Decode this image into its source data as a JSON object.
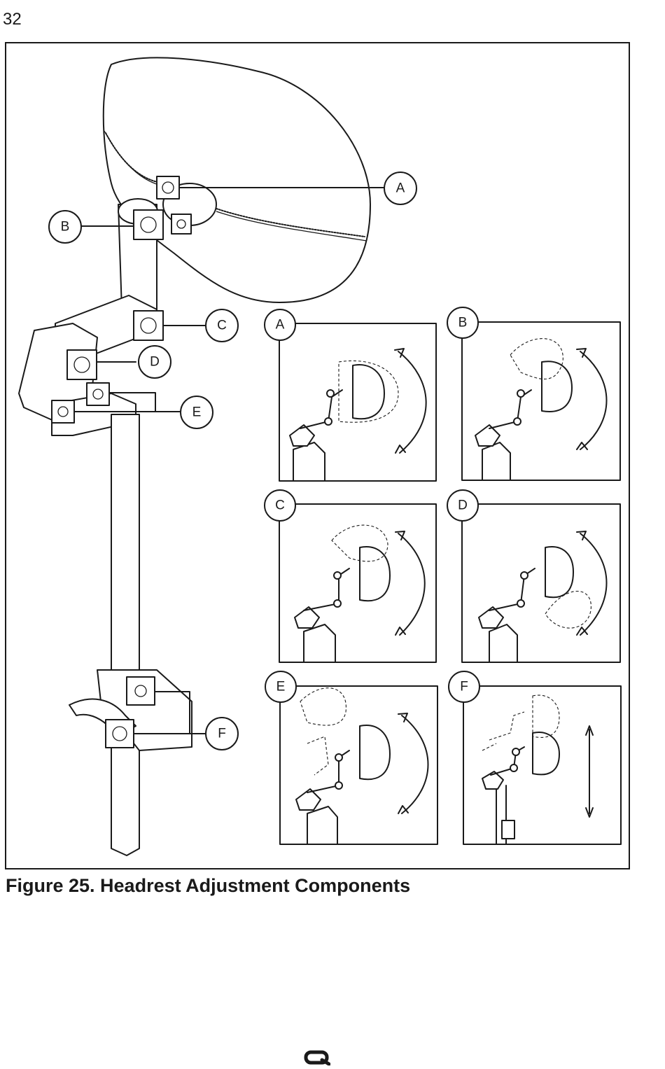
{
  "page": {
    "number": "32"
  },
  "figure": {
    "caption": "Figure 25. Headrest Adjustment Components",
    "main_callouts": [
      "A",
      "B",
      "C",
      "D",
      "E",
      "F"
    ],
    "panels": [
      {
        "label": "A",
        "motion": "rotate"
      },
      {
        "label": "B",
        "motion": "tilt"
      },
      {
        "label": "C",
        "motion": "tilt"
      },
      {
        "label": "D",
        "motion": "tilt"
      },
      {
        "label": "E",
        "motion": "tilt"
      },
      {
        "label": "F",
        "motion": "height"
      }
    ]
  },
  "footer": {
    "logo_icon": "quickie-logo-icon"
  }
}
